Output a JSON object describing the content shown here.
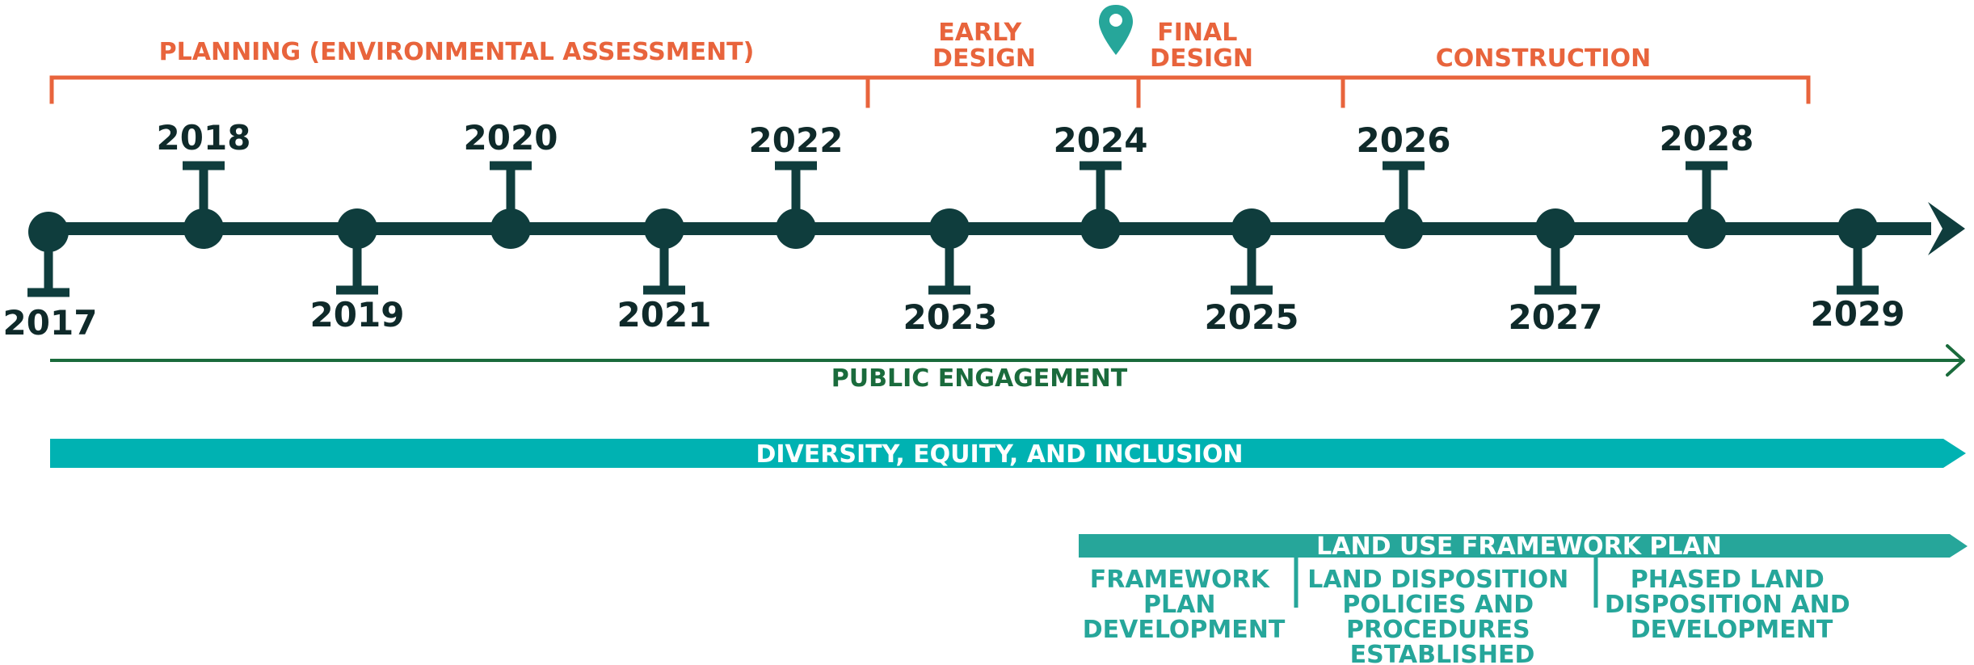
{
  "phases": [
    {
      "lines": [
        "PLANNING (ENVIRONMENTAL ASSESSMENT)"
      ]
    },
    {
      "lines": [
        "EARLY",
        "DESIGN"
      ]
    },
    {
      "lines": [
        "FINAL",
        "DESIGN"
      ]
    },
    {
      "lines": [
        "CONSTRUCTION"
      ]
    }
  ],
  "years": [
    "2017",
    "2018",
    "2019",
    "2020",
    "2021",
    "2022",
    "2023",
    "2024",
    "2025",
    "2026",
    "2027",
    "2028",
    "2029"
  ],
  "public_engagement": "PUBLIC ENGAGEMENT",
  "dei": "DIVERSITY, EQUITY, AND INCLUSION",
  "land_use": {
    "title": "LAND USE FRAMEWORK PLAN",
    "subphases": [
      {
        "lines": [
          "FRAMEWORK",
          "PLAN",
          "DEVELOPMENT"
        ]
      },
      {
        "lines": [
          "LAND DISPOSITION",
          "POLICIES AND",
          "PROCEDURES",
          "ESTABLISHED"
        ]
      },
      {
        "lines": [
          "PHASED LAND",
          "DISPOSITION AND",
          "DEVELOPMENT"
        ]
      }
    ]
  },
  "current_marker_icon": "map-pin-icon",
  "colors": {
    "orange": "#e8643c",
    "timeline": "#0f3d3d",
    "engagement_green": "#1a6b3c",
    "dei_teal": "#00b2b2",
    "land_use_teal": "#26a69a"
  }
}
